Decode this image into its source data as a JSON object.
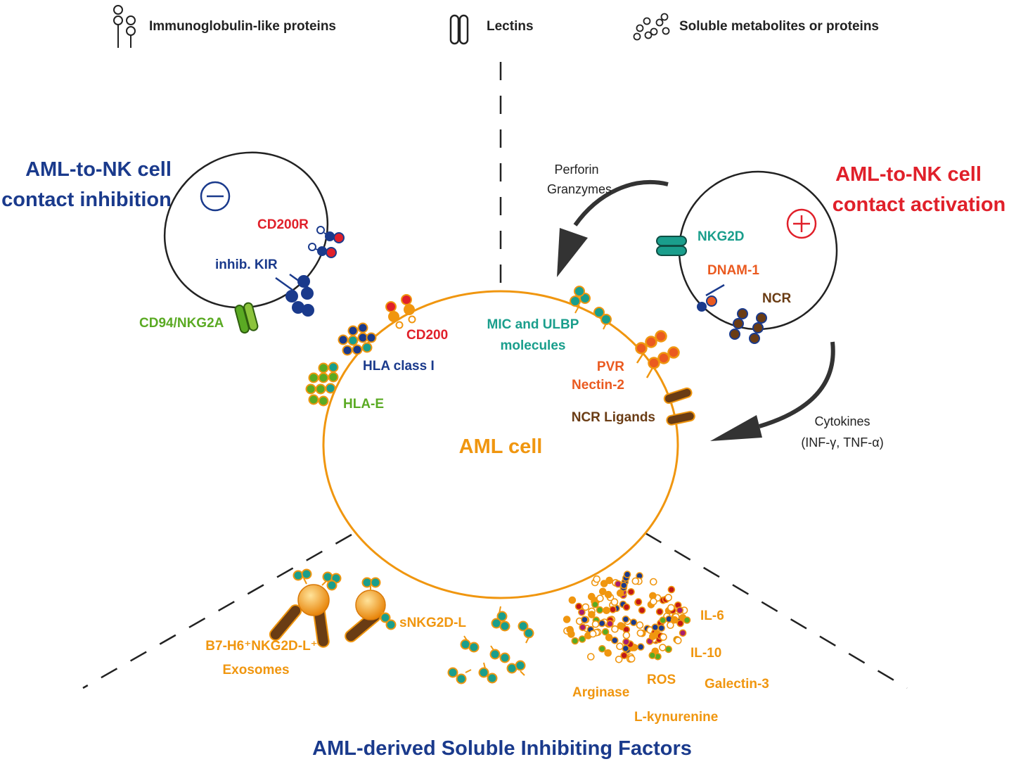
{
  "colors": {
    "inhibition": "#1a3a8c",
    "activation": "#e0202a",
    "aml": "#f0960f",
    "green": "#5aaa23",
    "teal": "#1a9e8c",
    "orange_red": "#ea5a20",
    "brown": "#6a3c14",
    "dark": "#222222"
  },
  "legend": {
    "ig_like": "Immunoglobulin-like proteins",
    "lectins": "Lectins",
    "soluble": "Soluble metabolites or proteins"
  },
  "inhibition": {
    "title_line1": "AML-to-NK cell",
    "title_line2": "contact inhibition",
    "cd200r": "CD200R",
    "inhib_kir": "inhib. KIR",
    "cd94_nkg2a": "CD94/NKG2A"
  },
  "activation": {
    "title_line1": "AML-to-NK cell",
    "title_line2": "contact activation",
    "nkg2d": "NKG2D",
    "dnam1": "DNAM-1",
    "ncr": "NCR"
  },
  "arrows": {
    "perforin": "Perforin",
    "granzymes": "Granzymes",
    "cytokines": "Cytokines",
    "cytokine_list": "(INF-γ, TNF-α)"
  },
  "aml": {
    "title": "AML cell",
    "cd200": "CD200",
    "hla_class_i": "HLA class I",
    "hla_e": "HLA-E",
    "mic_line1": "MIC and ULBP",
    "mic_line2": "molecules",
    "pvr": "PVR",
    "nectin2": "Nectin-2",
    "ncr_ligands": "NCR Ligands"
  },
  "soluble": {
    "exosomes_line1": "B7-H6⁺NKG2D-L⁺",
    "exosomes_line2": "Exosomes",
    "snkg2dl": "sNKG2D-L",
    "il6": "IL-6",
    "il10": "IL-10",
    "ros": "ROS",
    "arginase": "Arginase",
    "galectin3": "Galectin-3",
    "lkynurenine": "L-kynurenine",
    "footer": "AML-derived Soluble Inhibiting Factors"
  }
}
